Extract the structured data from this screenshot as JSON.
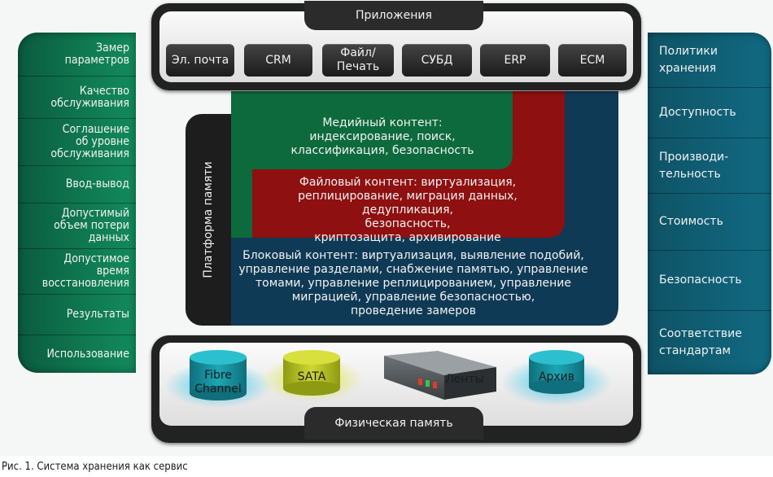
{
  "left_column": [
    "Замер\nпараметров",
    "Качество\nобслуживания",
    "Соглашение\nоб уровне\nобслуживания",
    "Ввод-вывод",
    "Допустимый\nобъем потери\nданных",
    "Допустимое\nвремя\nвосстановления",
    "Результаты",
    "Использование"
  ],
  "right_column": [
    "Политики\nхранения",
    "Доступность",
    "Производи-\nтельность",
    "Стоимость",
    "Безопасность",
    "Соответствие\nстандартам"
  ],
  "applications": {
    "title": "Приложения",
    "items": [
      "Эл. почта",
      "CRM",
      "Файл/\nПечать",
      "СУБД",
      "ERP",
      "ECM"
    ]
  },
  "platform": {
    "label": "Платформа памяти",
    "media": "Медийный контент:\nиндексирование, поиск,\nклассификация, безопасность",
    "file": "Файловый контент: виртуализация,\nреплицирование, миграция данных, дедупликация,\nбезопасность,\nкриптозащита, архивирование",
    "block": "Блоковый контент: виртуализация, выявление подобий,\nуправление разделами, снабжение памятью, управление\nтомами, управление реплицированием, управление\nмиграцией, управление безопасностью,\nпроведение замеров"
  },
  "physical_storage": {
    "title": "Физическая память",
    "items": [
      "Fibre\nChannel",
      "SATA",
      "Ленты",
      "Архив"
    ]
  },
  "caption": "Рис. 1. Система хранения как сервис",
  "colors": {
    "left_green": "#0f7a52",
    "right_teal": "#106a82",
    "media_green": "#0d6a3c",
    "file_red": "#8e1010",
    "block_navy": "#0f3a55"
  }
}
